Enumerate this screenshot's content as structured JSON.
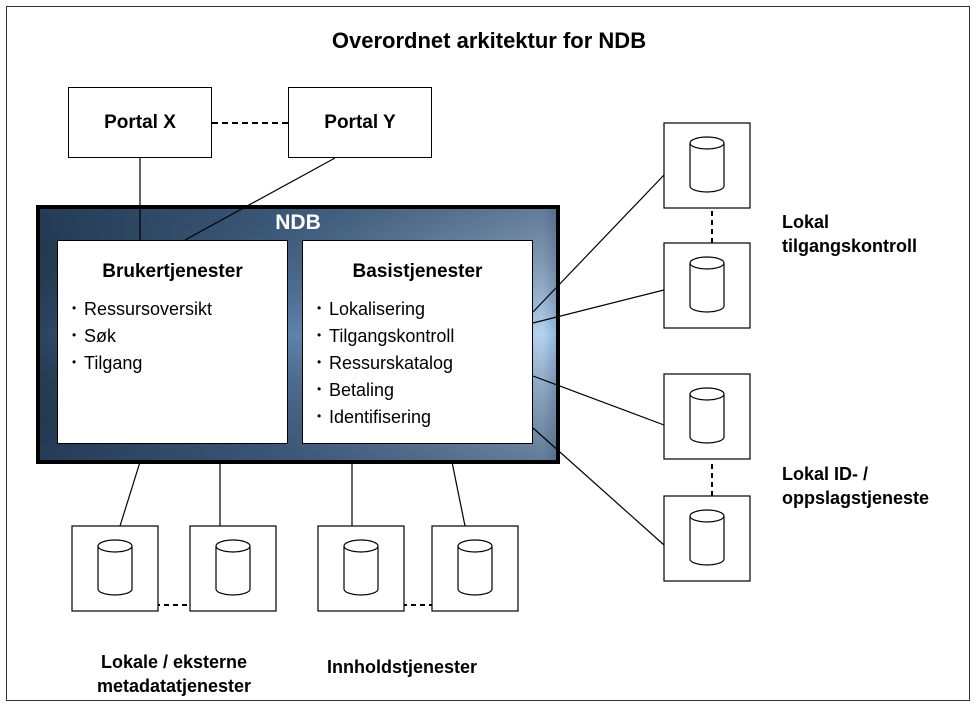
{
  "title": "Overordnet arkitektur for NDB",
  "portals": {
    "x": "Portal X",
    "y": "Portal Y"
  },
  "ndb": {
    "title": "NDB",
    "brukertjenester": {
      "heading": "Brukertjenester",
      "items": [
        "Ressursoversikt",
        "Søk",
        "Tilgang"
      ]
    },
    "basistjenester": {
      "heading": "Basistjenester",
      "items": [
        "Lokalisering",
        "Tilgangskontroll",
        "Ressurskatalog",
        "Betaling",
        "Identifisering"
      ]
    }
  },
  "groups": {
    "tilgang": [
      "Lokal",
      "tilgangskontroll"
    ],
    "id": [
      "Lokal ID- /",
      "oppslagstjeneste"
    ],
    "metadata": [
      "Lokale / eksterne",
      "metadatatjenester"
    ],
    "innhold": "Innholdstjenester"
  },
  "colors": {
    "ndb_dark": "#2a4460",
    "ndb_light": "#a9c7ea",
    "line": "#000000"
  }
}
